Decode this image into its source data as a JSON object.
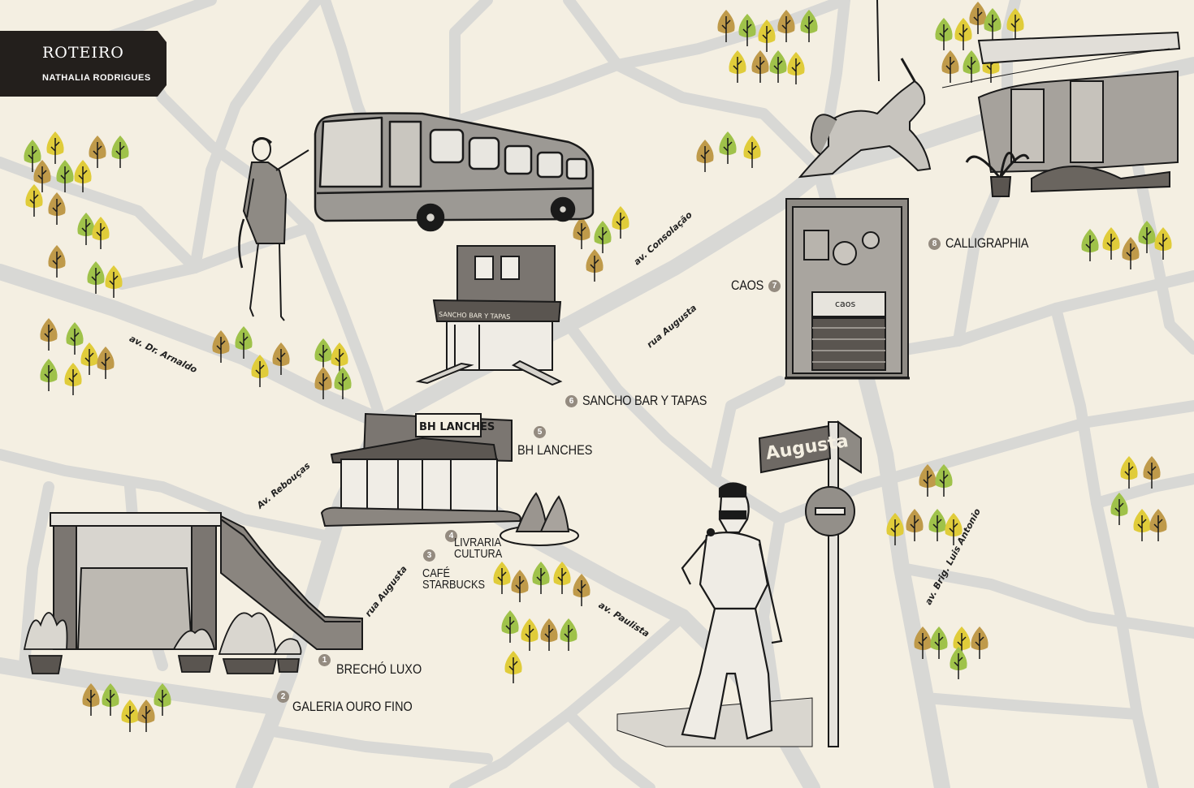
{
  "header": {
    "title": "ROTEIRO",
    "author": "NATHALIA RODRIGUES"
  },
  "streets": {
    "dr_arnaldo": "av. Dr. Arnaldo",
    "consolacao": "av. Consolação",
    "augusta_upper": "rua Augusta",
    "augusta_lower": "rua Augusta",
    "reboucas": "Av. Rebouças",
    "paulista": "av. Paulista",
    "brig_luis_antonio": "av. Brig. Luis Antonio"
  },
  "pois": [
    {
      "num": "1",
      "label": "BRECHÓ LUXO"
    },
    {
      "num": "2",
      "label": "GALERIA OURO FINO"
    },
    {
      "num": "3",
      "label": "CAFÉ STARBUCKS"
    },
    {
      "num": "4",
      "label": "LIVRARIA CULTURA"
    },
    {
      "num": "5",
      "label": "BH LANCHES"
    },
    {
      "num": "6",
      "label": "SANCHO BAR Y TAPAS"
    },
    {
      "num": "7",
      "label": "CAOS"
    },
    {
      "num": "8",
      "label": "CALLIGRAPHIA"
    }
  ],
  "illustration_text": {
    "bh_sign": "BH LANCHES",
    "sancho_sign": "SANCHO BAR Y TAPAS",
    "street_sign": "Augusta",
    "caos_sign": "caos"
  },
  "colors": {
    "background": "#f4efe2",
    "roads": "#d9d9d6",
    "title_box": "#231f1c",
    "marker": "#948b80",
    "tree_green": "#9fc24a",
    "tree_yellow": "#e0cc3a",
    "tree_brown": "#bf9a4a"
  }
}
